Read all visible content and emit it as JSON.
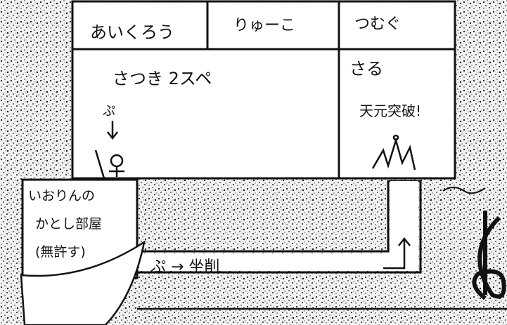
{
  "rooms": {
    "top_left": "あいくろう",
    "top_mid": "りゅーこ",
    "top_right": "つむぐ",
    "main_room": "さつき 2スペ",
    "right_room": "さる",
    "right_note": "天元突破!",
    "corner_room": [
      "いおりんの",
      "かとし部屋",
      "(無許す)"
    ]
  },
  "annotations": {
    "stick_label": "ぷ",
    "corridor_label": "ぷ → 坐削"
  },
  "icons": [
    "stick-figure-icon",
    "arrow-down-icon",
    "grass-tuft-icon",
    "arrow-up-icon",
    "arrow-right-icon",
    "letter-nu-icon"
  ],
  "colors": {
    "ink": "#111111",
    "paper": "#ffffff",
    "speckle": "#1a1a1a"
  }
}
